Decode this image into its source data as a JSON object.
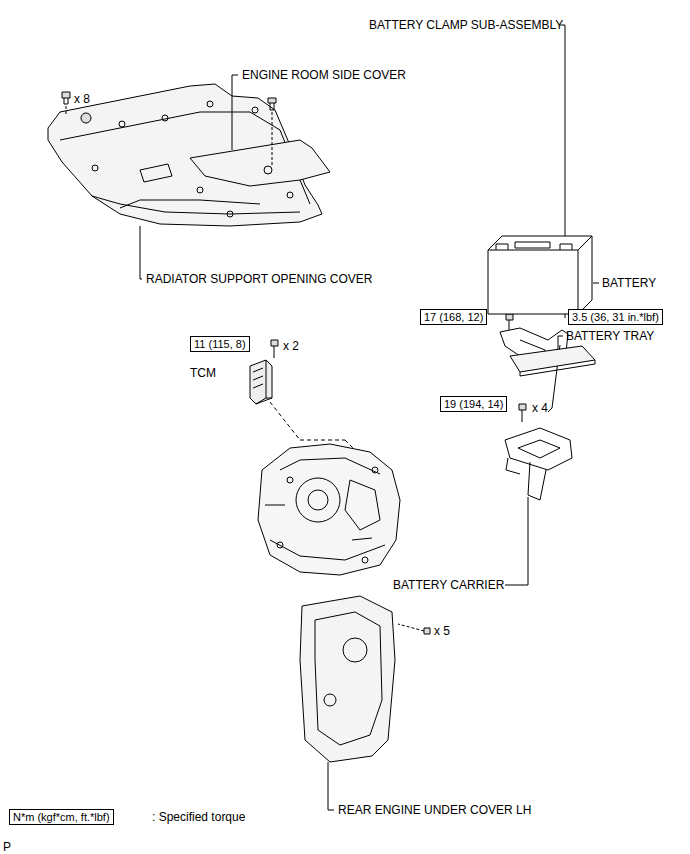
{
  "diagram": {
    "nodes": [
      {
        "text": [
          "17 (168, 12)"
        ]
      },
      {
        "text": [
          "3.5 (36, 31 in.*lbf)"
        ]
      },
      {
        "text": [
          "11 (115, 8)"
        ]
      },
      {
        "text": [
          "19 (194, 14)"
        ]
      },
      {
        "text": [
          "N*m (kgf*cm, ft.*lbf)"
        ]
      }
    ],
    "labels": [
      "BATTERY CLAMP SUB-ASSEMBLY",
      "ENGINE ROOM SIDE COVER",
      "x 8",
      "RADIATOR SUPPORT OPENING COVER",
      "BATTERY",
      "BATTERY TRAY",
      "x 2",
      "TCM",
      "x 4",
      "BATTERY CARRIER",
      "x 5",
      "REAR ENGINE UNDER COVER LH",
      ": Specified torque",
      "P"
    ]
  }
}
